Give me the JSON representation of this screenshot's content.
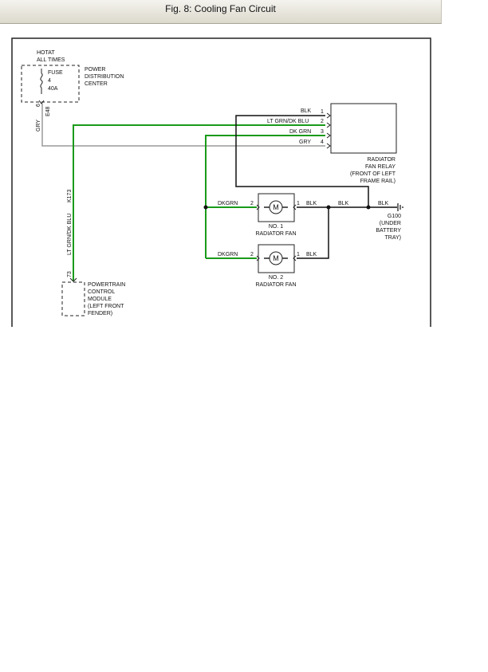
{
  "window": {
    "title": "Fig. 8: Cooling Fan Circuit"
  },
  "colors": {
    "green": "#1a9a1a",
    "black": "#111111",
    "gray": "#9a9a9a",
    "frame": "#222222"
  },
  "pdc": {
    "hot_line1": "HOTAT",
    "hot_line2": "ALL TIMES",
    "fuse_label": "FUSE",
    "fuse_number": "4",
    "fuse_rating": "40A",
    "name_lines": [
      "POWER",
      "DISTRIBUTION",
      "CENTER"
    ],
    "pin": "6",
    "connector": "E48"
  },
  "wires": {
    "gry": "GRY",
    "ltgrn_dkblu": "LT GRN/DK BLU",
    "k173": "K173",
    "blk": "BLK",
    "dkgrn": "DKGRN",
    "ltgrn_dkblu_relay": "LT GRN/DK BLU",
    "dkgrn_relay": "DK GRN"
  },
  "relay": {
    "pins": [
      "1",
      "2",
      "3",
      "4"
    ],
    "name_lines": [
      "RADIATOR",
      "FAN RELAY",
      "(FRONT OF LEFT",
      "FRAME RAIL)"
    ]
  },
  "fan1": {
    "pin_left": "2",
    "pin_right": "1",
    "motor": "M",
    "name_lines": [
      "NO. 1",
      "RADIATOR FAN"
    ]
  },
  "fan2": {
    "pin_left": "2",
    "pin_right": "1",
    "motor": "M",
    "name_lines": [
      "NO. 2",
      "RADIATOR FAN"
    ]
  },
  "ground": {
    "name_lines": [
      "G100",
      "(UNDER",
      "BATTERY",
      "TRAY)"
    ]
  },
  "pcm": {
    "pin": "73",
    "name_lines": [
      "POWERTRAIN",
      "CONTROL",
      "MODULE",
      "(LEFT FRONT",
      "FENDER)"
    ]
  }
}
